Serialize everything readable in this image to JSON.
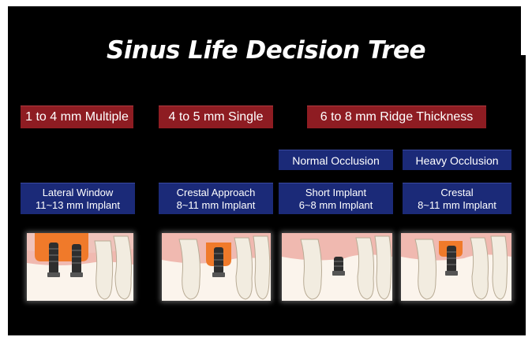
{
  "title": "Sinus Life Decision Tree",
  "categories": [
    {
      "label": "1 to 4 mm Multiple"
    },
    {
      "label": "4 to 5 mm Single"
    },
    {
      "label": "6 to 8 mm Ridge Thickness"
    }
  ],
  "occlusion": [
    {
      "label": "Normal Occlusion"
    },
    {
      "label": "Heavy Occlusion"
    }
  ],
  "treatments": [
    {
      "line1": "Lateral Window",
      "line2": "11~13 mm Implant"
    },
    {
      "line1": "Crestal Approach",
      "line2": "8~11 mm Implant"
    },
    {
      "line1": "Short Implant",
      "line2": "6~8 mm Implant"
    },
    {
      "line1": "Crestal",
      "line2": "8~11 mm Implant"
    }
  ],
  "colors": {
    "background": "#000000",
    "category_box": "#8e1c22",
    "treatment_box": "#1b2a78",
    "sinus_graft": "#f07a2a",
    "gum": "#f0b9b0",
    "implant": "#2e2e2e"
  }
}
